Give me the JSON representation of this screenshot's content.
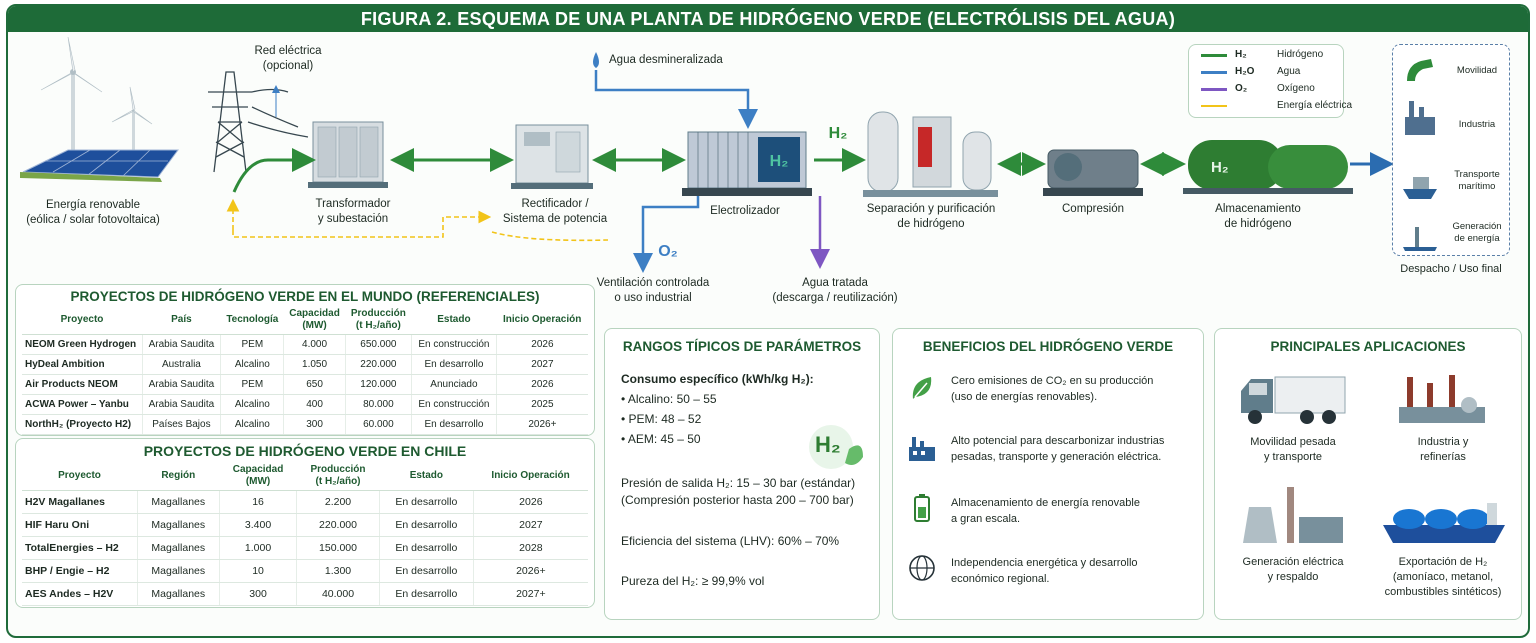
{
  "title": "FIGURA 2. ESQUEMA DE UNA PLANTA DE HIDRÓGENO VERDE (ELECTRÓLISIS DEL AGUA)",
  "diagram": {
    "renewable": "Energía renovable\n(eólica / solar fotovoltaica)",
    "grid": "Red eléctrica\n(opcional)",
    "transformer": "Transformador\ny subestación",
    "rectifier": "Rectificador /\nSistema de potencia",
    "water": "Agua desmineralizada",
    "electrolyzer": "Electrolizador",
    "h2_flow": "H₂",
    "o2_flow": "O₂",
    "ventilation": "Ventilación controlada\no uso industrial",
    "treated_water": "Agua tratada\n(descarga / reutilización)",
    "separation": "Separación y purificación\nde hidrógeno",
    "compression": "Compresión",
    "storage": "Almacenamiento\nde hidrógeno",
    "storage_tank_label": "H₂",
    "electrolyzer_tag": "H₂",
    "dispatch": "Despacho / Uso final",
    "dispatch_items": [
      "Movilidad",
      "Industria",
      "Transporte\nmarítimo",
      "Generación\nde energía"
    ]
  },
  "legend": [
    {
      "symbol": "H₂",
      "name": "Hidrógeno",
      "color": "#2e8b3a"
    },
    {
      "symbol": "H₂O",
      "name": "Agua",
      "color": "#3d7fc4"
    },
    {
      "symbol": "O₂",
      "name": "Oxígeno",
      "color": "#7e57c2"
    },
    {
      "symbol": "",
      "name": "Energía eléctrica",
      "color": "#f2c419"
    }
  ],
  "world_projects": {
    "title": "PROYECTOS DE HIDRÓGENO VERDE EN EL MUNDO (REFERENCIALES)",
    "headers": [
      "Proyecto",
      "País",
      "Tecnología",
      "Capacidad\n(MW)",
      "Producción\n(t H₂/año)",
      "Estado",
      "Inicio Operación"
    ],
    "rows": [
      [
        "NEOM Green Hydrogen",
        "Arabia Saudita",
        "PEM",
        "4.000",
        "650.000",
        "En construcción",
        "2026"
      ],
      [
        "HyDeal Ambition",
        "Australia",
        "Alcalino",
        "1.050",
        "220.000",
        "En desarrollo",
        "2027"
      ],
      [
        "Air Products NEOM",
        "Arabia Saudita",
        "PEM",
        "650",
        "120.000",
        "Anunciado",
        "2026"
      ],
      [
        "ACWA Power – Yanbu",
        "Arabia Saudita",
        "Alcalino",
        "400",
        "80.000",
        "En construcción",
        "2025"
      ],
      [
        "NorthH₂ (Proyecto H2)",
        "Países Bajos",
        "Alcalino",
        "300",
        "60.000",
        "En desarrollo",
        "2026+"
      ]
    ]
  },
  "chile_projects": {
    "title": "PROYECTOS DE HIDRÓGENO VERDE EN CHILE",
    "headers": [
      "Proyecto",
      "Región",
      "Capacidad\n(MW)",
      "Producción\n(t H₂/año)",
      "Estado",
      "Inicio Operación"
    ],
    "rows": [
      [
        "H2V Magallanes",
        "Magallanes",
        "16",
        "2.200",
        "En desarrollo",
        "2026"
      ],
      [
        "HIF Haru Oni",
        "Magallanes",
        "3.400",
        "220.000",
        "En desarrollo",
        "2027"
      ],
      [
        "TotalEnergies – H2",
        "Magallanes",
        "1.000",
        "150.000",
        "En desarrollo",
        "2028"
      ],
      [
        "BHP / Engie – H2",
        "Magallanes",
        "10",
        "1.300",
        "En desarrollo",
        "2026+"
      ],
      [
        "AES Andes – H2V",
        "Magallanes",
        "300",
        "40.000",
        "En desarrollo",
        "2027+"
      ]
    ]
  },
  "parameters": {
    "title": "RANGOS TÍPICOS DE PARÁMETROS",
    "consumption_title": "Consumo específico (kWh/kg H₂):",
    "consumption": [
      "Alcalino: 50 – 55",
      "PEM: 48 – 52",
      "AEM: 45 – 50"
    ],
    "pressure": "Presión de salida H₂: 15 – 30 bar (estándar)",
    "pressure_note": "(Compresión posterior hasta 200 – 700 bar)",
    "efficiency": "Eficiencia del sistema (LHV): 60% – 70%",
    "purity": "Pureza del H₂: ≥ 99,9% vol",
    "badge": "H₂"
  },
  "benefits": {
    "title": "BENEFICIOS DEL HIDRÓGENO VERDE",
    "items": [
      {
        "icon": "leaf-icon",
        "text": "Cero emisiones de CO₂ en su producción\n(uso de energías renovables)."
      },
      {
        "icon": "factory-icon",
        "text": "Alto potencial para descarbonizar industrias\npesadas, transporte y generación eléctrica."
      },
      {
        "icon": "battery-icon",
        "text": "Almacenamiento de energía renovable\na gran escala."
      },
      {
        "icon": "globe-icon",
        "text": "Independencia energética y desarrollo\neconómico regional."
      }
    ]
  },
  "applications": {
    "title": "PRINCIPALES APLICACIONES",
    "items": [
      {
        "icon": "truck-icon",
        "label": "Movilidad pesada\ny transporte"
      },
      {
        "icon": "refinery-icon",
        "label": "Industria y\nrefinerías"
      },
      {
        "icon": "power-plant-icon",
        "label": "Generación eléctrica\ny respaldo"
      },
      {
        "icon": "ship-icon",
        "label": "Exportación de H₂\n(amoníaco, metanol,\ncombustibles sintéticos)"
      }
    ]
  }
}
